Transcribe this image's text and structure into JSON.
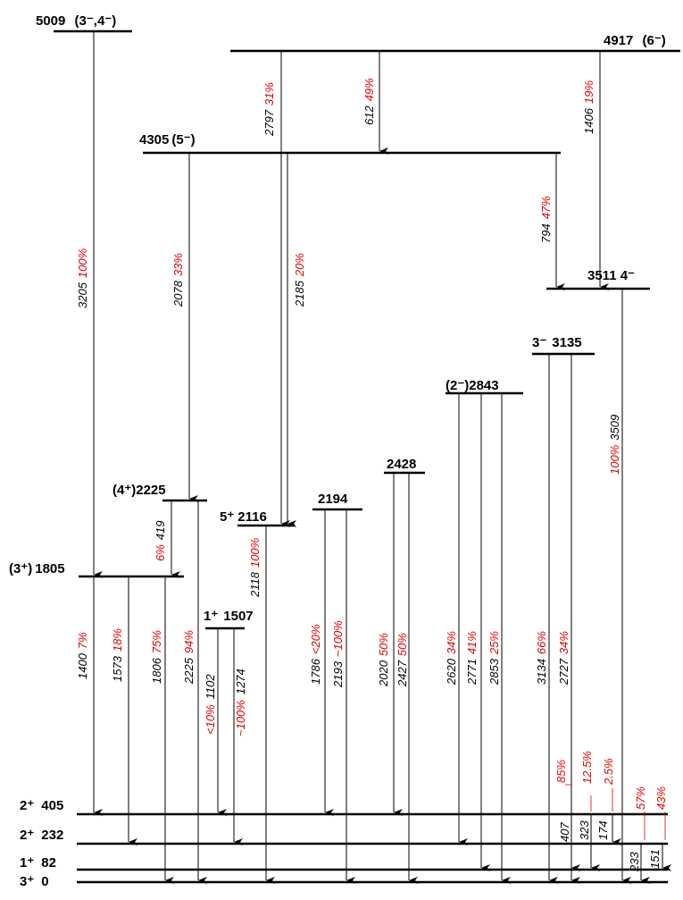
{
  "levels": [
    {
      "id": "L5009",
      "energy": "5009",
      "spin": "(3⁻,4⁻)"
    },
    {
      "id": "L4917",
      "energy": "4917",
      "spin": "(6⁻)"
    },
    {
      "id": "L4305",
      "energy": "4305",
      "spin": "(5⁻)"
    },
    {
      "id": "L3511",
      "energy": "3511",
      "spin": "4⁻"
    },
    {
      "id": "L3135",
      "energy": "3135",
      "spin": "3⁻"
    },
    {
      "id": "L2843",
      "energy": "2843",
      "spin": "(2⁻)"
    },
    {
      "id": "L2428",
      "energy": "2428",
      "spin": ""
    },
    {
      "id": "L2225",
      "energy": "2225",
      "spin": "(4⁺)"
    },
    {
      "id": "L2194",
      "energy": "2194",
      "spin": ""
    },
    {
      "id": "L2116",
      "energy": "2116",
      "spin": "5⁺"
    },
    {
      "id": "L1805",
      "energy": "1805",
      "spin": "(3⁺)"
    },
    {
      "id": "L1507",
      "energy": "1507",
      "spin": "1⁺"
    },
    {
      "id": "L405",
      "energy": "405",
      "spin": "2⁺"
    },
    {
      "id": "L232",
      "energy": "232",
      "spin": "2⁺"
    },
    {
      "id": "L82",
      "energy": "82",
      "spin": "1⁺"
    },
    {
      "id": "L0",
      "energy": "0",
      "spin": "3⁺"
    }
  ],
  "transitions": [
    {
      "id": "g3205",
      "energy": "3205",
      "intensity": "100%"
    },
    {
      "id": "g2797",
      "energy": "2797",
      "intensity": "31%"
    },
    {
      "id": "g612",
      "energy": "612",
      "intensity": "49%"
    },
    {
      "id": "g1406",
      "energy": "1406",
      "intensity": "19%"
    },
    {
      "id": "g2078",
      "energy": "2078",
      "intensity": "33%"
    },
    {
      "id": "g2185",
      "energy": "2185",
      "intensity": "20%"
    },
    {
      "id": "g794",
      "energy": "794",
      "intensity": "47%"
    },
    {
      "id": "g3509",
      "energy": "3509",
      "intensity": "100%"
    },
    {
      "id": "g419",
      "energy": "419",
      "intensity": "6%"
    },
    {
      "id": "g2118",
      "energy": "2118",
      "intensity": "100%"
    },
    {
      "id": "g1400",
      "energy": "1400",
      "intensity": "7%"
    },
    {
      "id": "g1573",
      "energy": "1573",
      "intensity": "18%"
    },
    {
      "id": "g1806",
      "energy": "1806",
      "intensity": "75%"
    },
    {
      "id": "g2225",
      "energy": "2225",
      "intensity": "94%"
    },
    {
      "id": "g1102",
      "energy": "1102",
      "intensity": "<10%"
    },
    {
      "id": "g1274",
      "energy": "1274",
      "intensity": "~100%"
    },
    {
      "id": "g1786",
      "energy": "1786",
      "intensity": "<20%"
    },
    {
      "id": "g2193",
      "energy": "2193",
      "intensity": "~100%"
    },
    {
      "id": "g2020",
      "energy": "2020",
      "intensity": "50%"
    },
    {
      "id": "g2427",
      "energy": "2427",
      "intensity": "50%"
    },
    {
      "id": "g2620",
      "energy": "2620",
      "intensity": "34%"
    },
    {
      "id": "g2771",
      "energy": "2771",
      "intensity": "41%"
    },
    {
      "id": "g2853",
      "energy": "2853",
      "intensity": "25%"
    },
    {
      "id": "g3134",
      "energy": "3134",
      "intensity": "66%"
    },
    {
      "id": "g2727",
      "energy": "2727",
      "intensity": "34%"
    },
    {
      "id": "g407",
      "energy": "407",
      "intensity": "85%"
    },
    {
      "id": "g323",
      "energy": "323",
      "intensity": "12.5%"
    },
    {
      "id": "g174",
      "energy": "174",
      "intensity": "2.5%"
    },
    {
      "id": "g233",
      "energy": "233",
      "intensity": "57%"
    },
    {
      "id": "g151",
      "energy": "151",
      "intensity": "43%"
    }
  ],
  "colors": {
    "level_line": "#000000",
    "energy_label": "#000000",
    "intensity_label": "#e00000"
  }
}
